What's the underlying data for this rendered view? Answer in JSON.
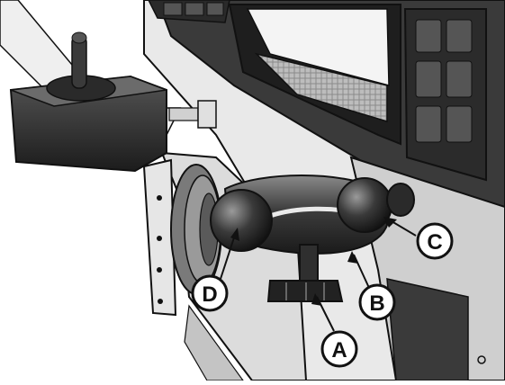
{
  "callouts": [
    {
      "id": "A",
      "label": "A"
    },
    {
      "id": "B",
      "label": "B"
    },
    {
      "id": "C",
      "label": "C"
    },
    {
      "id": "D",
      "label": "D"
    }
  ],
  "colors": {
    "line": "#111111",
    "dark": "#2b2b2b",
    "mid": "#6a6a6a",
    "light": "#d8d8d8",
    "bg": "#ffffff"
  }
}
